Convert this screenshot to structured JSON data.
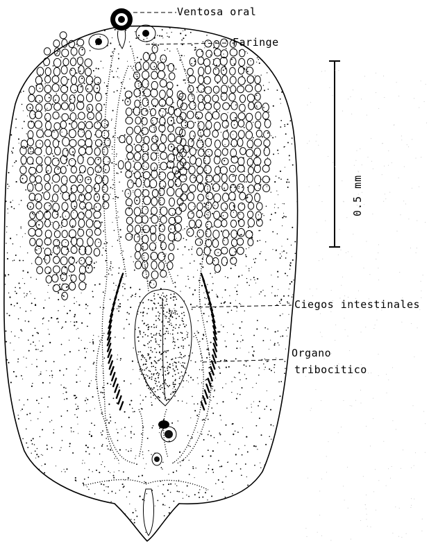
{
  "labels": {
    "oral_sucker": "Ventosa oral",
    "pharynx": "Faringe",
    "intestinal_caeca": "Ciegos intestinales",
    "tribocytic_organ_line1": "Organo",
    "tribocytic_organ_line2": "tribocitico"
  },
  "scale_bar": {
    "label": "0.5 mm"
  }
}
